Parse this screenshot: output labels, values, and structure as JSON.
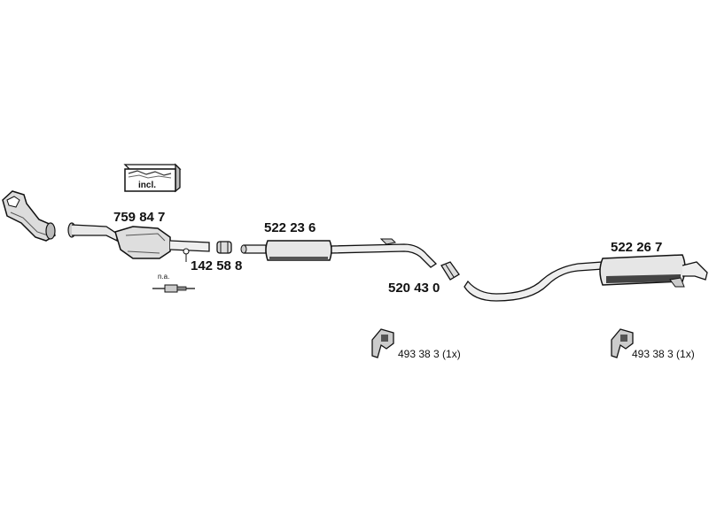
{
  "diagram": {
    "kit_box_label": "incl.",
    "parts": [
      {
        "number": "759 84 7"
      },
      {
        "number": "142 58 8"
      },
      {
        "number": "522 23 6"
      },
      {
        "number": "520 43 0"
      },
      {
        "number": "522 26 7"
      }
    ],
    "sensor_note": "n.a.",
    "mountings": [
      {
        "label": "493 38 3 (1x)"
      },
      {
        "label": "493 38 3 (1x)"
      }
    ]
  }
}
